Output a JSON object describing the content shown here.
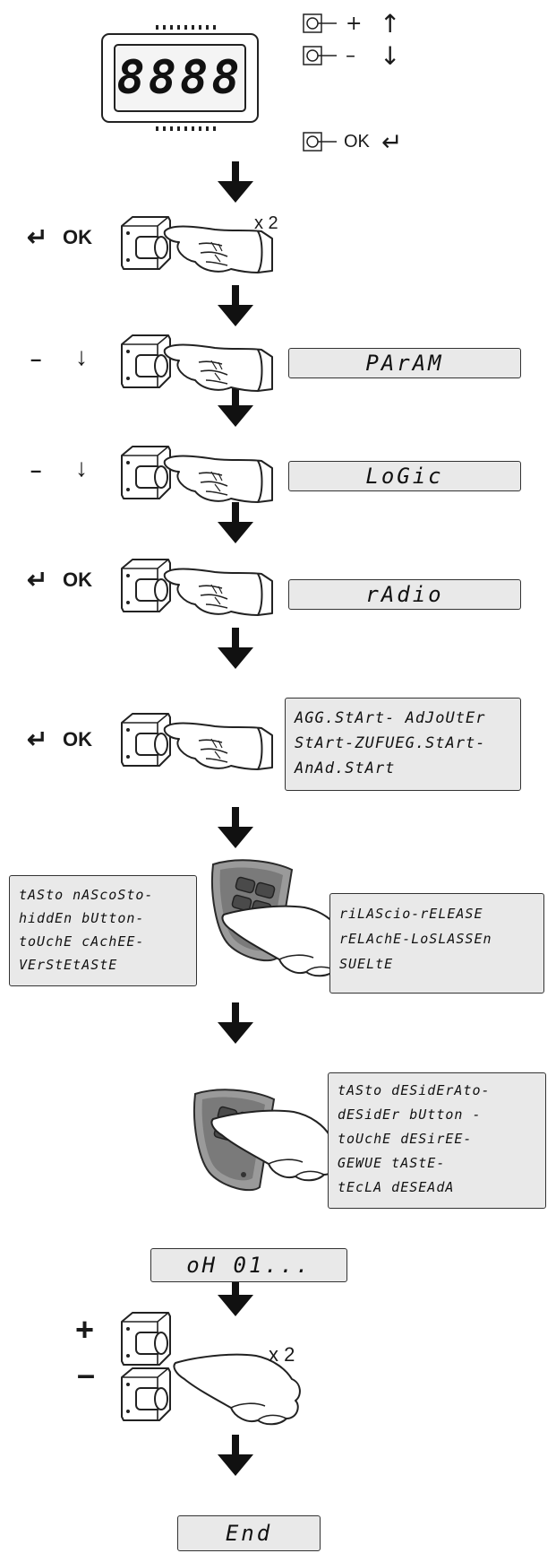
{
  "display": {
    "digits": "8888",
    "keys": [
      {
        "symbol": "+",
        "arrow": "↑"
      },
      {
        "symbol": "–",
        "arrow": "↓"
      },
      {
        "symbol": "OK",
        "arrow": "↵"
      }
    ]
  },
  "steps": {
    "step1": {
      "key": "OK",
      "arrow": "↵",
      "repeat": "x 2"
    },
    "step2": {
      "key": "–",
      "arrow": "↓",
      "screen": "PArAM"
    },
    "step3": {
      "key": "–",
      "arrow": "↓",
      "screen": "LoGic"
    },
    "step4": {
      "key": "OK",
      "arrow": "↵",
      "screen": "rAdio"
    },
    "step5": {
      "key": "OK",
      "arrow": "↵",
      "screen_lines": [
        "AGG.StArt- AdJoUtEr",
        "StArt-ZUFUEG.StArt-",
        "AnAd.StArt"
      ]
    },
    "step6": {
      "left_lines": [
        "tASto nAScoSto-",
        "hiddEn bUtton-",
        "toUchE cAchEE-",
        "VErStEtAStE"
      ],
      "right_lines": [
        "riLAScio-rELEASE",
        "rELAchE-LoSLASSEn",
        "SUELtE"
      ]
    },
    "step7": {
      "right_lines": [
        "tASto dESidErAto-",
        "dESidEr bUtton -",
        "toUchE dESirEE-",
        "GEWUE tAStE-",
        "tEcLA dESEAdA"
      ]
    },
    "step8": {
      "screen": "oH 01..."
    },
    "step9": {
      "plus": "+",
      "minus": "–",
      "repeat": "x 2"
    },
    "step10": {
      "screen": "End"
    }
  },
  "colors": {
    "lcd_bg": "#e9e9e9",
    "remote_body": "#9a9a9a",
    "remote_dark": "#4a4a4a",
    "ink": "#1a1a1a"
  }
}
